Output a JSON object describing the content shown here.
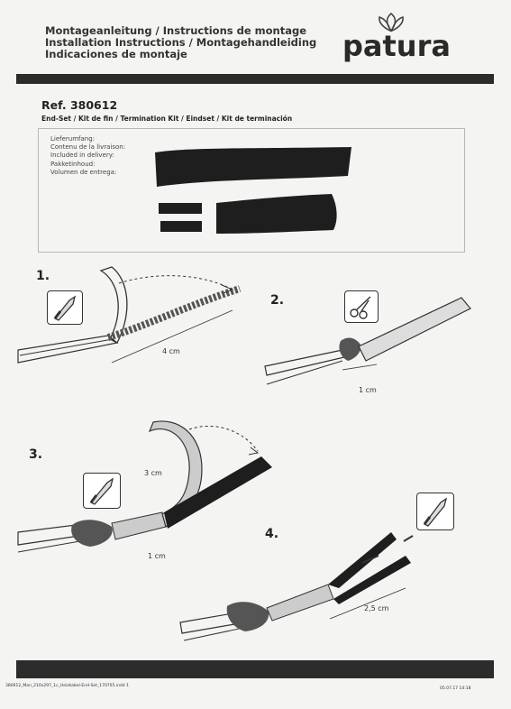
{
  "header": {
    "title_lines": [
      "Montageanleitung / Instructions de montage",
      "Installation Instructions / Montagehandleiding",
      "Indicaciones de montaje"
    ],
    "brand": "patura"
  },
  "product": {
    "ref": "Ref. 380612",
    "subtitle": "End-Set / Kit de fin / Termination Kit / Eindset / Kit de terminación"
  },
  "delivery_labels": [
    "Lieferumfang:",
    "Contenu de la livraison:",
    "Included in delivery:",
    "Pakketinhoud:",
    "Volumen de entrega:"
  ],
  "steps": [
    {
      "number": "1.",
      "measure": "4 cm",
      "tool_icon": "knife-icon"
    },
    {
      "number": "2.",
      "measure": "1 cm",
      "tool_icon": "scissors-icon"
    },
    {
      "number": "3.",
      "measure_a": "3 cm",
      "measure_b": "1 cm",
      "tool_icon": "knife-icon"
    },
    {
      "number": "4.",
      "measure": "2,5 cm",
      "tool_icon": "knife-icon"
    }
  ],
  "footer": {
    "file": "380612_Man_210x297_1c_Heizkabel-End-Set_170705.indd   1",
    "date": "05.07.17   14:18"
  }
}
